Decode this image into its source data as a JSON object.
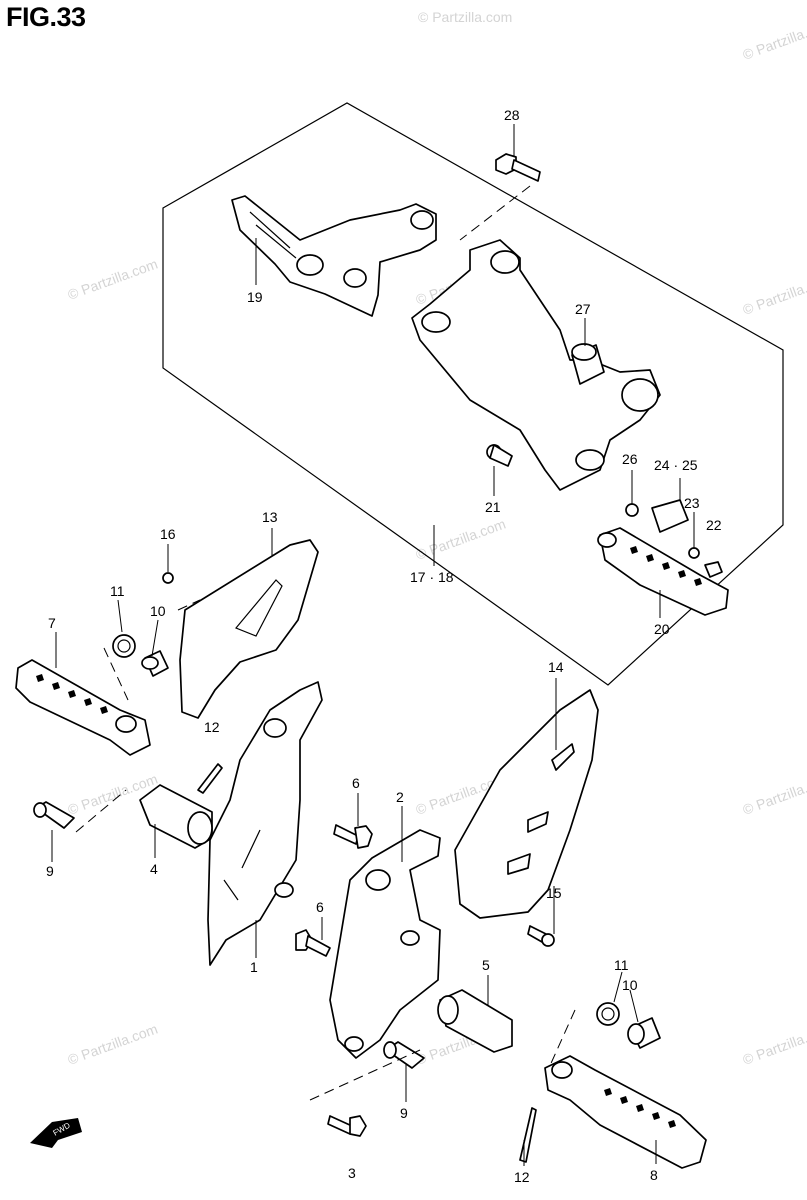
{
  "title": "FIG.33",
  "watermark": "© Partzilla.com",
  "direction_label": "FWD",
  "callouts": [
    {
      "id": "28",
      "text": "28"
    },
    {
      "id": "19",
      "text": "19"
    },
    {
      "id": "27",
      "text": "27"
    },
    {
      "id": "21",
      "text": "21"
    },
    {
      "id": "26",
      "text": "26"
    },
    {
      "id": "24-25",
      "text": "24 · 25"
    },
    {
      "id": "23",
      "text": "23"
    },
    {
      "id": "22",
      "text": "22"
    },
    {
      "id": "20",
      "text": "20"
    },
    {
      "id": "17-18",
      "text": "17 · 18"
    },
    {
      "id": "13",
      "text": "13"
    },
    {
      "id": "16",
      "text": "16"
    },
    {
      "id": "11a",
      "text": "11"
    },
    {
      "id": "10a",
      "text": "10"
    },
    {
      "id": "7",
      "text": "7"
    },
    {
      "id": "12a",
      "text": "12"
    },
    {
      "id": "14",
      "text": "14"
    },
    {
      "id": "6a",
      "text": "6"
    },
    {
      "id": "2",
      "text": "2"
    },
    {
      "id": "9a",
      "text": "9"
    },
    {
      "id": "4",
      "text": "4"
    },
    {
      "id": "15",
      "text": "15"
    },
    {
      "id": "6b",
      "text": "6"
    },
    {
      "id": "1",
      "text": "1"
    },
    {
      "id": "5",
      "text": "5"
    },
    {
      "id": "11b",
      "text": "11"
    },
    {
      "id": "10b",
      "text": "10"
    },
    {
      "id": "9b",
      "text": "9"
    },
    {
      "id": "12b",
      "text": "12"
    },
    {
      "id": "8",
      "text": "8"
    },
    {
      "id": "3",
      "text": "3"
    }
  ]
}
